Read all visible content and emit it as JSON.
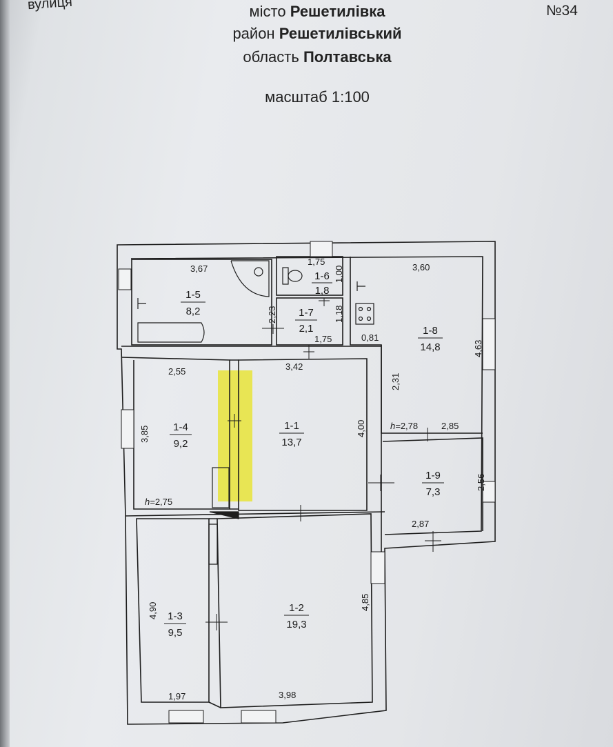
{
  "header": {
    "street_label": "вулиця",
    "city_label": "місто",
    "city": "Решетилівка",
    "district_label": "район",
    "district": "Решетилівський",
    "region_label": "область",
    "region": "Полтавська",
    "number": "№34",
    "scale": "масштаб 1:100"
  },
  "rooms": [
    {
      "id": "1-1",
      "area": "13,7"
    },
    {
      "id": "1-2",
      "area": "19,3"
    },
    {
      "id": "1-3",
      "area": "9,5"
    },
    {
      "id": "1-4",
      "area": "9,2"
    },
    {
      "id": "1-5",
      "area": "8,2"
    },
    {
      "id": "1-6",
      "area": "1,8"
    },
    {
      "id": "1-7",
      "area": "2,1"
    },
    {
      "id": "1-8",
      "area": "14,8"
    },
    {
      "id": "1-9",
      "area": "7,3"
    }
  ],
  "dimensions": {
    "d_3_67": "3,67",
    "d_1_75_top": "1,75",
    "d_1_00": "1,00",
    "d_3_60": "3,60",
    "d_2_23": "2,23",
    "d_1_18": "1,18",
    "d_1_75_mid": "1,75",
    "d_0_81": "0,81",
    "d_4_63": "4,63",
    "d_2_55": "2,55",
    "d_3_42": "3,42",
    "d_2_31": "2,31",
    "d_3_85": "3,85",
    "d_4_00": "4,00",
    "d_2_85": "2,85",
    "h_2_78": "2,78",
    "h_2_75": "2,75",
    "d_2_56": "2,56",
    "d_2_87": "2,87",
    "d_4_90": "4,90",
    "d_4_85": "4,85",
    "d_1_97": "1,97",
    "d_3_98": "3,98"
  },
  "height_prefix": "h=",
  "colors": {
    "wall": "#1e1e1e",
    "highlight": "#e8e43a",
    "paper": "#e6e8eb"
  }
}
